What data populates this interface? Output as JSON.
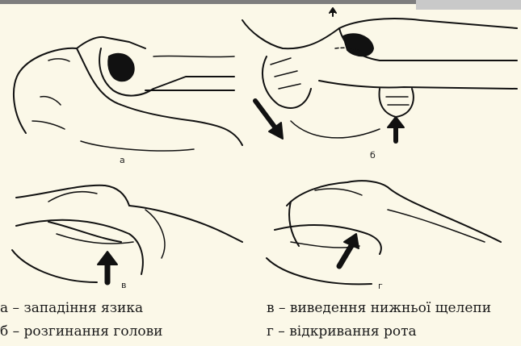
{
  "panels": [
    {
      "label": "а"
    },
    {
      "label": "б"
    },
    {
      "label": "в"
    },
    {
      "label": "г"
    }
  ],
  "captions": {
    "a": "а – западіння язика",
    "b": "б – розгинання голови",
    "v": "в – виведення нижньої щелепи",
    "g": "г – відкривання рота"
  }
}
